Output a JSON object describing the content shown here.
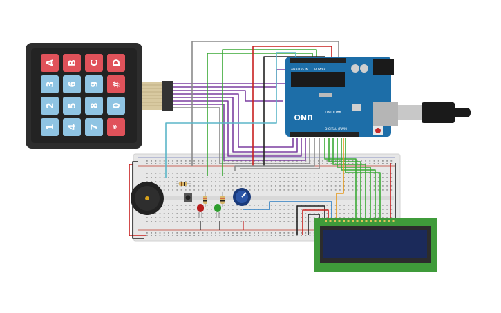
{
  "keypad": {
    "keys": [
      {
        "label": "1",
        "col": 0,
        "row": 3,
        "type": "digit"
      },
      {
        "label": "2",
        "col": 0,
        "row": 2,
        "type": "digit"
      },
      {
        "label": "3",
        "col": 0,
        "row": 1,
        "type": "digit"
      },
      {
        "label": "A",
        "col": 0,
        "row": 0,
        "type": "letter"
      },
      {
        "label": "4",
        "col": 1,
        "row": 3,
        "type": "digit"
      },
      {
        "label": "5",
        "col": 1,
        "row": 2,
        "type": "digit"
      },
      {
        "label": "6",
        "col": 1,
        "row": 1,
        "type": "digit"
      },
      {
        "label": "B",
        "col": 1,
        "row": 0,
        "type": "letter"
      },
      {
        "label": "7",
        "col": 2,
        "row": 3,
        "type": "digit"
      },
      {
        "label": "8",
        "col": 2,
        "row": 2,
        "type": "digit"
      },
      {
        "label": "9",
        "col": 2,
        "row": 1,
        "type": "digit"
      },
      {
        "label": "C",
        "col": 2,
        "row": 0,
        "type": "letter"
      },
      {
        "label": "*",
        "col": 3,
        "row": 3,
        "type": "letter"
      },
      {
        "label": "0",
        "col": 3,
        "row": 2,
        "type": "digit"
      },
      {
        "label": "#",
        "col": 3,
        "row": 1,
        "type": "letter"
      },
      {
        "label": "D",
        "col": 3,
        "row": 0,
        "type": "letter"
      }
    ]
  },
  "arduino": {
    "brand": "ARDUINO",
    "model": "UNO",
    "label_digital": "DIGITAL (PWM~)",
    "label_power": "POWER",
    "label_analog": "ANALOG IN"
  },
  "colors": {
    "keypad_body": "#2d2d2d",
    "key_digit": "#8fc4e3",
    "key_letter": "#e0525a",
    "board": "#1d6ea8",
    "breadboard": "#e7e7e7",
    "lcd_pcb": "#3f9b3a",
    "lcd_screen": "#1b2a5a",
    "wire_purple": "#7b3fa0",
    "wire_green": "#3aa935",
    "wire_gray": "#8a8a8a",
    "wire_red": "#c8201f",
    "wire_black": "#222222",
    "wire_cyan": "#5bb6c8",
    "wire_blue": "#2f7fc2",
    "wire_orange": "#e69a1c"
  }
}
